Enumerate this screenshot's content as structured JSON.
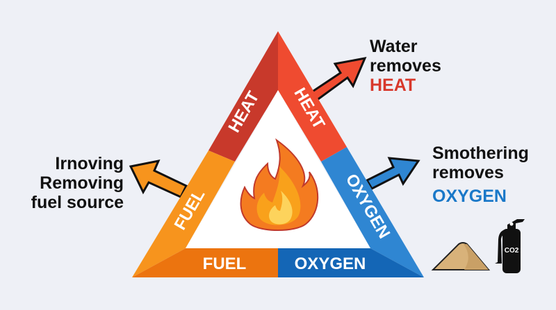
{
  "triangle": {
    "side_labels": {
      "heat_left": "HEAT",
      "heat_right": "HEAT",
      "fuel_left": "FUEL",
      "oxygen_right": "OXYGEN",
      "fuel_bottom": "FUEL",
      "oxygen_bottom": "OXYGEN"
    },
    "center_icon": "flame-icon"
  },
  "callouts": {
    "fuel": {
      "lines": [
        "Irnoving",
        "Removing",
        "fuel source"
      ]
    },
    "heat": {
      "line1": "Water",
      "line2": "removes",
      "highlight": "HEAT"
    },
    "oxygen": {
      "line1": "Smothering",
      "line2": "removes",
      "highlight": "OXYGEN"
    }
  },
  "icons": {
    "sand": "sand-pile-icon",
    "extinguisher": "co2-extinguisher-icon",
    "extinguisher_label": "CO2"
  },
  "colors": {
    "heat_dark": "#c8392b",
    "heat_light": "#ef4b30",
    "fuel_light": "#f7941d",
    "fuel_dark": "#ec740f",
    "oxygen_light": "#2f86d2",
    "oxygen_dark": "#1466b6",
    "heat_text": "#d8382b",
    "oxygen_text": "#1a78c8"
  }
}
